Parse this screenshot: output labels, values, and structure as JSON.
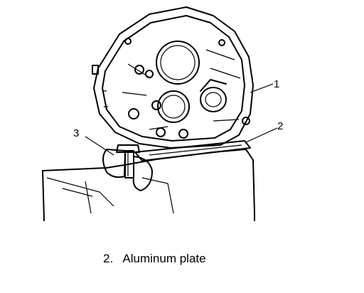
{
  "figure": {
    "callouts": [
      {
        "id": "1",
        "label": "1"
      },
      {
        "id": "2",
        "label": "2"
      },
      {
        "id": "3",
        "label": "3"
      }
    ],
    "caption": {
      "number": "2.",
      "text": "Aluminum plate"
    }
  }
}
